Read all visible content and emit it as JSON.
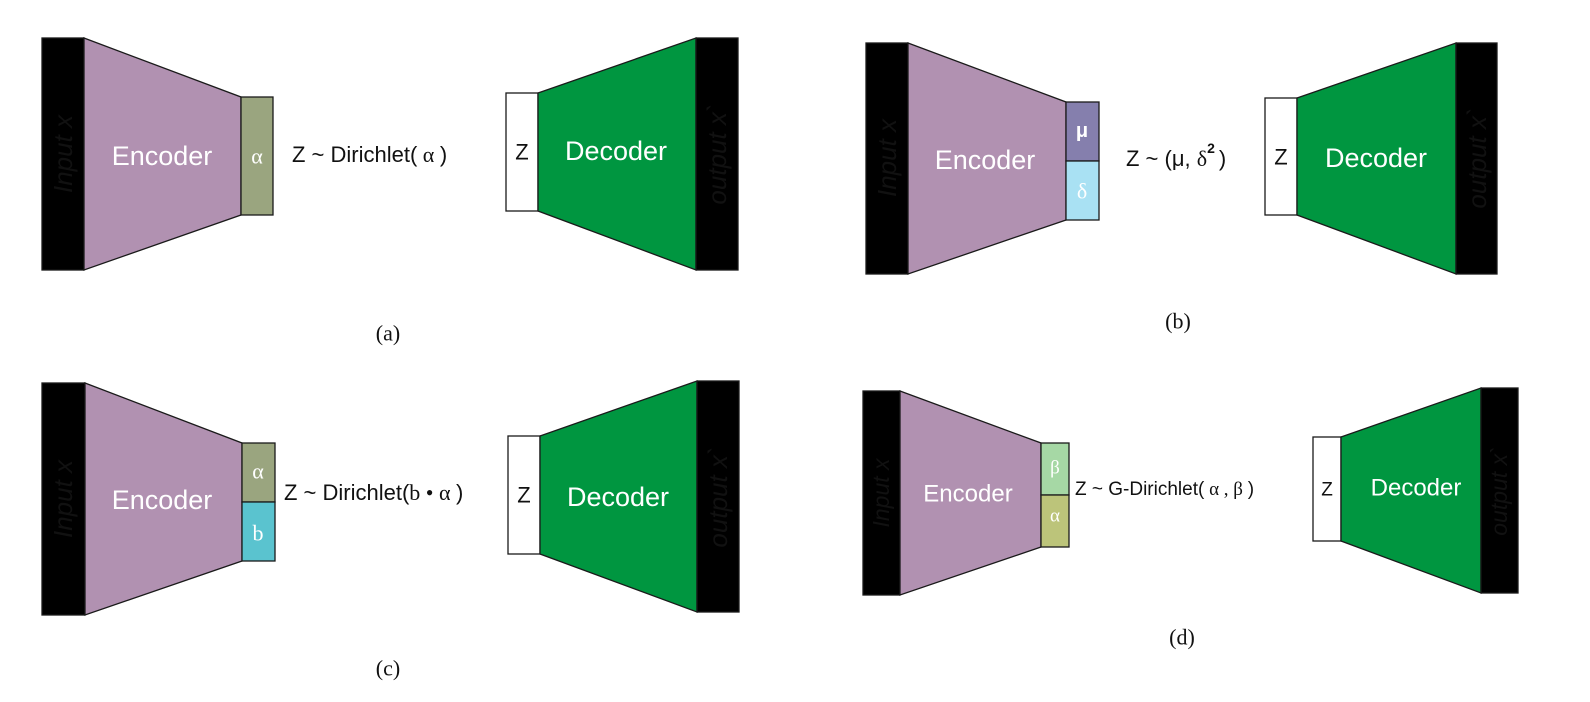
{
  "colors": {
    "input_block": "#cfcbe3",
    "encoder": "#b191b1",
    "decoder": "#009640",
    "z_box": "#ffffff",
    "alpha_gray": "#9aa57f",
    "alpha_olive": "#bcc47a",
    "mu": "#857fad",
    "delta": "#a9e1f3",
    "b": "#5ac3cf",
    "beta": "#a6d8a5",
    "caption": "#111111"
  },
  "labels": {
    "input": "Input x",
    "encoder": "Encoder",
    "decoder": "Decoder",
    "output": "output x`",
    "z": "Z"
  },
  "panels": {
    "a": {
      "caption": "(a)",
      "params": [
        {
          "symbol": "α",
          "color_key": "alpha_gray"
        }
      ],
      "formula": {
        "prefix": "Z ~ Dirichlet(",
        "args": " α ",
        "suffix": ")"
      }
    },
    "b": {
      "caption": "(b)",
      "params": [
        {
          "symbol": "μ",
          "color_key": "mu"
        },
        {
          "symbol": "δ",
          "color_key": "delta"
        }
      ],
      "formula": {
        "prefix": "Z ~ (μ, ",
        "delta": "δ",
        "power": "2",
        "suffix": ")"
      }
    },
    "c": {
      "caption": "(c)",
      "params": [
        {
          "symbol": "α",
          "color_key": "alpha_gray"
        },
        {
          "symbol": "b",
          "color_key": "b"
        }
      ],
      "formula": {
        "prefix": "Z ~ Dirichlet(",
        "args": "b • α ",
        "suffix": ")"
      }
    },
    "d": {
      "caption": "(d)",
      "params": [
        {
          "symbol": "β",
          "color_key": "beta"
        },
        {
          "symbol": "α",
          "color_key": "alpha_olive"
        }
      ],
      "formula": {
        "prefix": "Z ~ G-Dirichlet(",
        "args": " α , β ",
        "suffix": ")"
      }
    }
  }
}
